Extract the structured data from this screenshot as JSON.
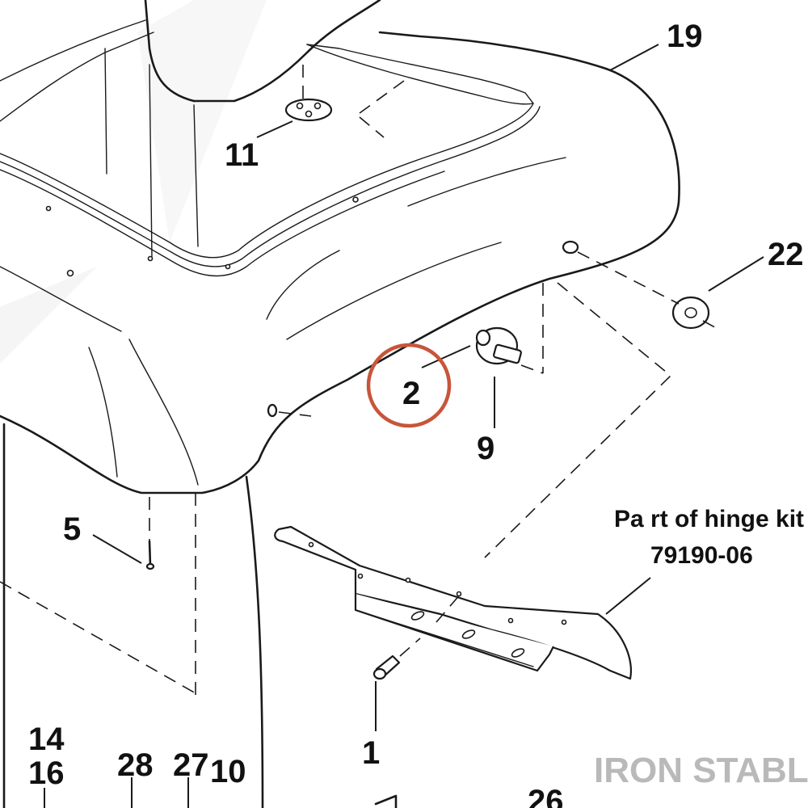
{
  "callouts": {
    "c19": "19",
    "c11": "11",
    "c22": "22",
    "c2": "2",
    "c9": "9",
    "c5": "5",
    "c1": "1",
    "c14": "14",
    "c16": "16",
    "c28": "28",
    "c27": "27",
    "c10": "10",
    "c26": "26"
  },
  "kit_note": {
    "line1": "Pa rt of hinge  kit",
    "line2": "79190-06"
  },
  "watermark": "IRON STABLE",
  "colors": {
    "highlight_circle": "#c8553a",
    "line": "#1a1a1a",
    "watermark": "#b9b9b9",
    "watermark_faint": "#ececec"
  }
}
